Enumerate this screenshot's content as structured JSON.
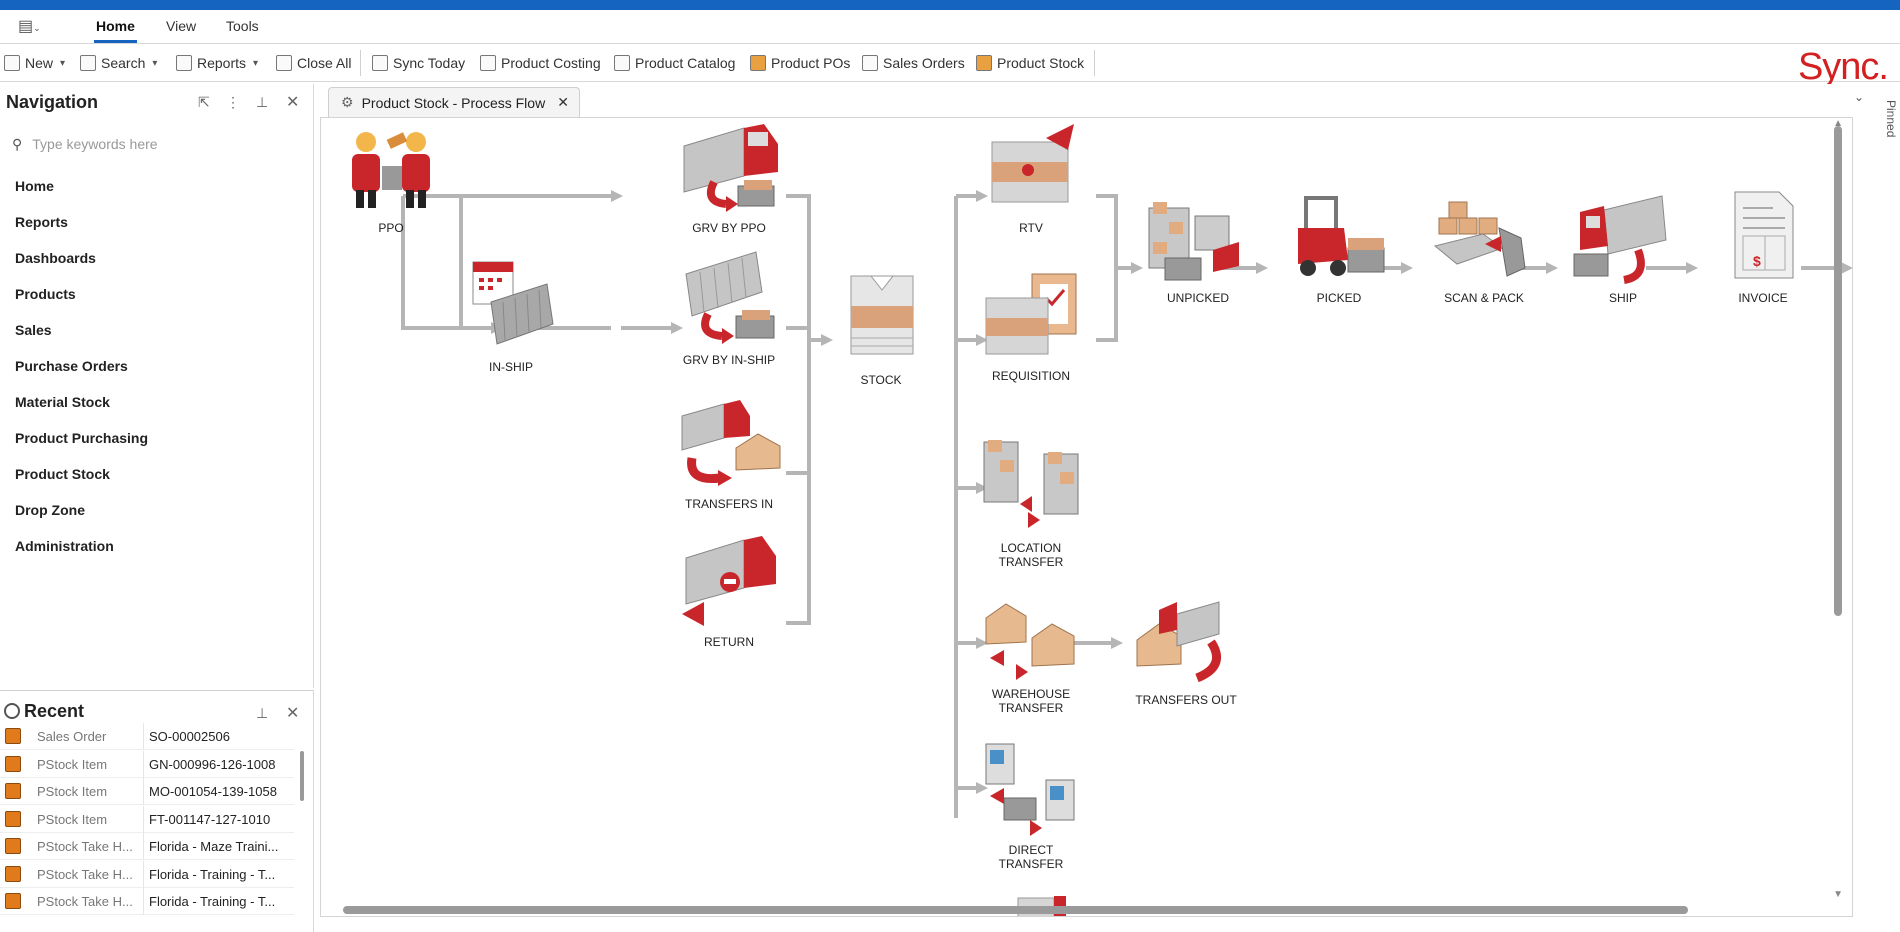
{
  "ribbon": {
    "tabs": [
      "Home",
      "View",
      "Tools"
    ],
    "active_tab": "Home"
  },
  "toolbar": {
    "new_label": "New",
    "search_label": "Search",
    "reports_label": "Reports",
    "close_all_label": "Close All",
    "sync_today_label": "Sync Today",
    "product_costing_label": "Product Costing",
    "product_catalog_label": "Product Catalog",
    "product_pos_label": "Product POs",
    "sales_orders_label": "Sales Orders",
    "product_stock_label": "Product Stock",
    "logo_text": "Sync."
  },
  "navigation": {
    "title": "Navigation",
    "search_placeholder": "Type keywords here",
    "items": [
      "Home",
      "Reports",
      "Dashboards",
      "Products",
      "Sales",
      "Purchase Orders",
      "Material Stock",
      "Product Purchasing",
      "Product Stock",
      "Drop Zone",
      "Administration"
    ]
  },
  "recent": {
    "title": "Recent",
    "rows": [
      {
        "type": "Sales Order",
        "value": "SO-00002506"
      },
      {
        "type": "PStock Item",
        "value": "GN-000996-126-1008"
      },
      {
        "type": "PStock Item",
        "value": "MO-001054-139-1058"
      },
      {
        "type": "PStock Item",
        "value": "FT-001147-127-1010"
      },
      {
        "type": "PStock Take H...",
        "value": "Florida - Maze Traini..."
      },
      {
        "type": "PStock Take H...",
        "value": "Florida - Training - T..."
      },
      {
        "type": "PStock Take H...",
        "value": "Florida - Training - T..."
      }
    ]
  },
  "document": {
    "tab_title": "Product Stock - Process Flow",
    "pinned_label": "Pinned"
  },
  "process_flow": {
    "nodes": {
      "ppo": "PPO",
      "in_ship": "IN-SHIP",
      "grv_by_ppo": "GRV BY PPO",
      "grv_by_in_ship": "GRV BY IN-SHIP",
      "transfers_in": "TRANSFERS IN",
      "return": "RETURN",
      "stock": "STOCK",
      "rtv": "RTV",
      "requisition": "REQUISITION",
      "location_transfer": "LOCATION\nTRANSFER",
      "warehouse_transfer": "WAREHOUSE\nTRANSFER",
      "transfers_out": "TRANSFERS OUT",
      "direct_transfer": "DIRECT\nTRANSFER",
      "unpicked": "UNPICKED",
      "picked": "PICKED",
      "scan_pack": "SCAN & PACK",
      "ship": "SHIP",
      "invoice": "INVOICE"
    }
  },
  "colors": {
    "accent": "#1565c0",
    "brand_red": "#d32020",
    "flow_line": "#b5b5b5"
  }
}
